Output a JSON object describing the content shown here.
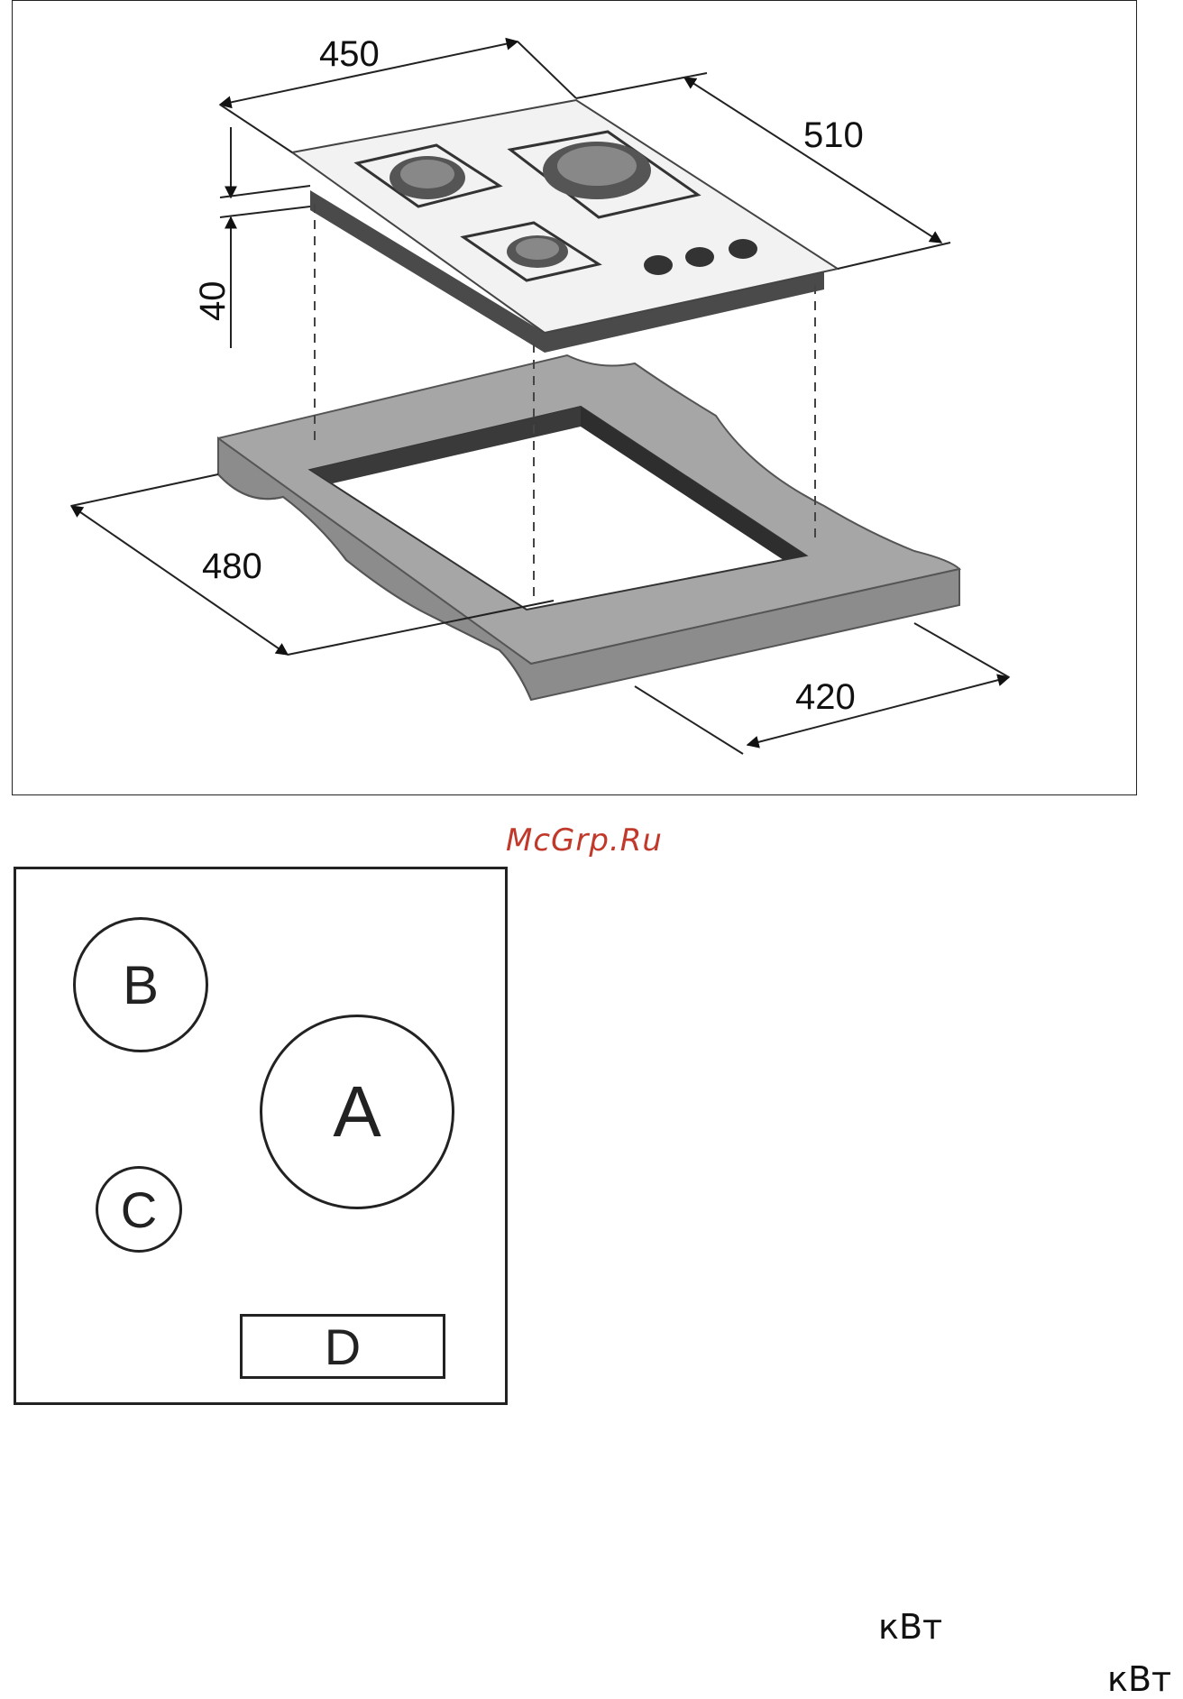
{
  "install_figure": {
    "dimensions": {
      "width_top": "450",
      "depth_top": "510",
      "height": "40",
      "cutout_depth": "480",
      "cutout_width": "420"
    }
  },
  "watermark": "McGrp.Ru",
  "layout_figure": {
    "zones": {
      "a": "A",
      "b": "B",
      "c": "C",
      "d": "D"
    }
  },
  "units": {
    "first": "кВт",
    "second": "кВт"
  }
}
